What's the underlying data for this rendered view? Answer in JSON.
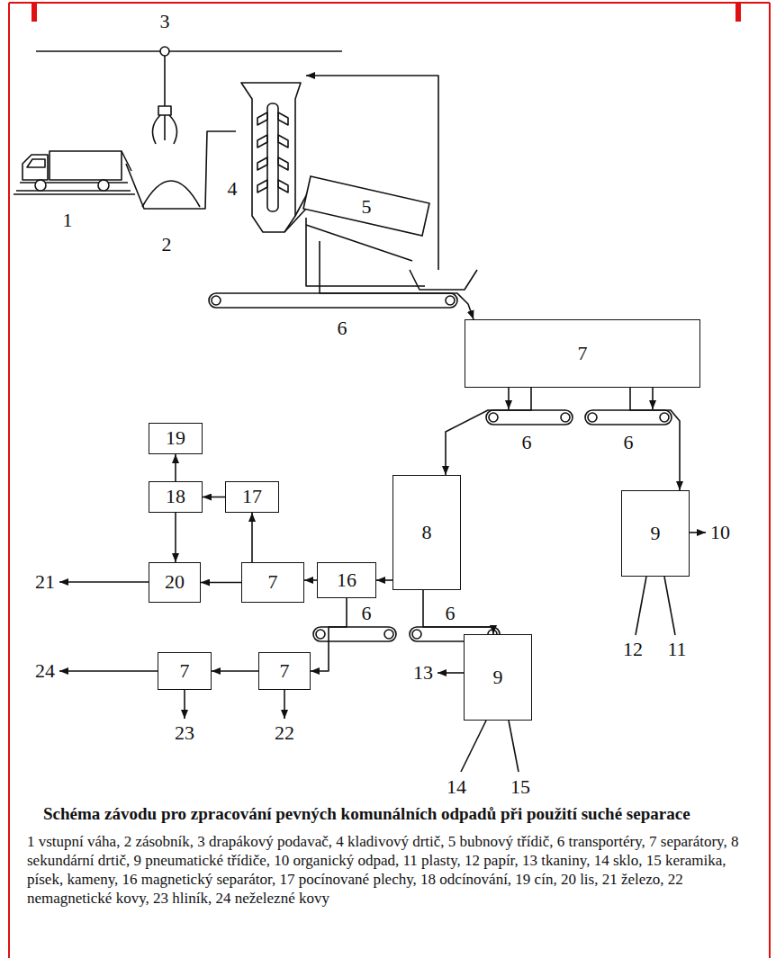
{
  "diagram": {
    "title": "Schéma závodu pro zpracování pevných komunálních odpadů při použití suché separace",
    "caption": "1 vstupní váha, 2 zásobník, 3 drapákový podavač, 4 kladivový drtič, 5 bubnový třídič, 6 transportéry, 7 separátory, 8 sekundární drtič, 9 pneumatické třídiče, 10 organický odpad, 11 plasty, 12 papír, 13 tkaniny, 14 sklo, 15 keramika, písek, kameny, 16 magnetický separátor, 17 pocínované plechy, 18 odcínování, 19 cín, 20 lis, 21 železo, 22 nemagnetické kovy, 23 hliník, 24 neželezné kovy",
    "nodes": [
      {
        "text": [
          "5"
        ]
      },
      {
        "text": [
          "7"
        ]
      },
      {
        "text": [
          "9"
        ]
      },
      {
        "text": [
          "19"
        ]
      },
      {
        "text": [
          "18"
        ]
      },
      {
        "text": [
          "17"
        ]
      },
      {
        "text": [
          "20"
        ]
      },
      {
        "text": [
          "7"
        ]
      },
      {
        "text": [
          "16"
        ]
      },
      {
        "text": [
          "8"
        ]
      },
      {
        "text": [
          "7"
        ]
      },
      {
        "text": [
          "7"
        ]
      },
      {
        "text": [
          "9"
        ]
      }
    ],
    "edges": [
      {
        "from": 0,
        "to": 1,
        "arrow": "to"
      },
      {
        "from": 1,
        "to": 2,
        "arrow": "to"
      },
      {
        "from": 1,
        "to": 9,
        "arrow": "to"
      },
      {
        "from": 9,
        "to": 8,
        "arrow": "to"
      },
      {
        "from": 8,
        "to": 7,
        "arrow": "to"
      },
      {
        "from": 7,
        "to": 5,
        "arrow": "to"
      },
      {
        "from": 5,
        "to": 4,
        "arrow": "to"
      },
      {
        "from": 4,
        "to": 3,
        "arrow": "to"
      },
      {
        "from": 4,
        "to": 6,
        "arrow": "to"
      },
      {
        "from": 7,
        "to": 6,
        "arrow": "to"
      },
      {
        "from": 8,
        "to": 11,
        "arrow": "to"
      },
      {
        "from": 9,
        "to": 12,
        "arrow": "to"
      },
      {
        "from": 11,
        "to": 10,
        "arrow": "to"
      }
    ],
    "labels": [
      "3",
      "4",
      "1",
      "2",
      "6",
      "6",
      "6",
      "10",
      "21",
      "12",
      "11",
      "6",
      "6",
      "13",
      "24",
      "23",
      "22",
      "14",
      "15"
    ]
  }
}
